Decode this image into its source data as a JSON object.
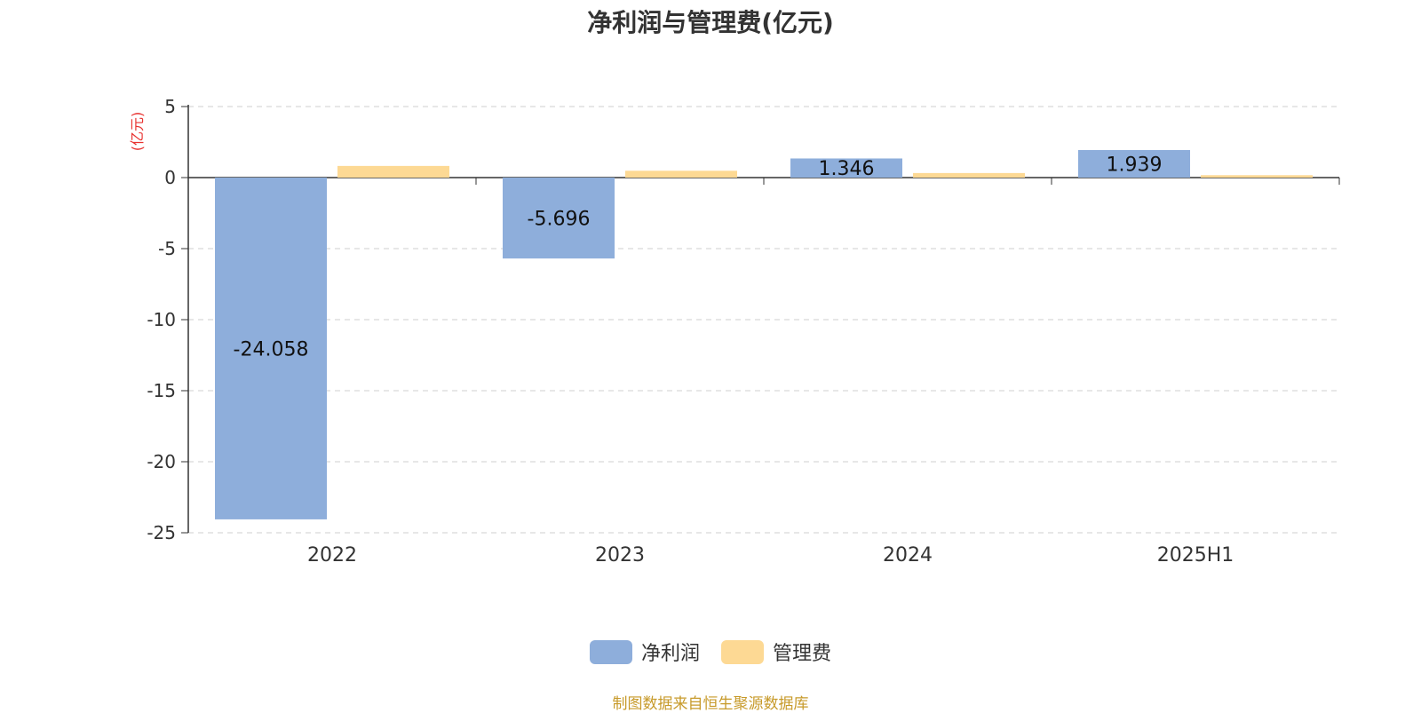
{
  "chart_data": {
    "type": "bar",
    "title": "净利润与管理费(亿元)",
    "ylabel": "(亿元)",
    "ylim": [
      -25,
      5
    ],
    "yticks": [
      5,
      0,
      -5,
      -10,
      -15,
      -20,
      -25
    ],
    "grid": true,
    "legend_position": "bottom",
    "categories": [
      "2022",
      "2023",
      "2024",
      "2025H1"
    ],
    "series": [
      {
        "name": "净利润",
        "color": "#8eaedb",
        "values": [
          -24.058,
          -5.696,
          1.346,
          1.939
        ],
        "labels": [
          "-24.058",
          "-5.696",
          "1.346",
          "1.939"
        ]
      },
      {
        "name": "管理费",
        "color": "#fdd994",
        "values": [
          0.82,
          0.48,
          0.32,
          0.17
        ]
      }
    ]
  },
  "source": "制图数据来自恒生聚源数据库"
}
